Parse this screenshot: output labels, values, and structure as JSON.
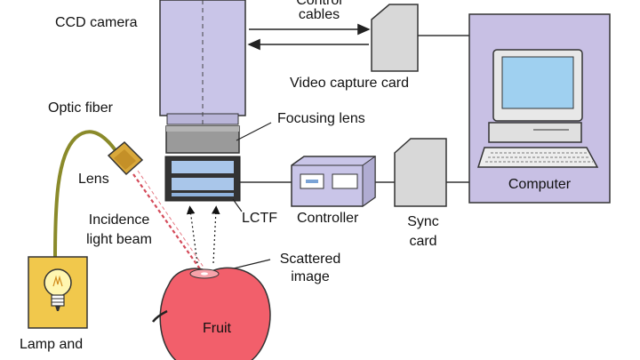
{
  "labels": {
    "ccd_camera": "CCD camera",
    "control_cables_top": "Control",
    "control_cables_bottom": "cables",
    "video_capture_card": "Video capture card",
    "optic_fiber": "Optic fiber",
    "focusing_lens": "Focusing lens",
    "lens": "Lens",
    "incidence_line1": "Incidence",
    "incidence_line2": "light beam",
    "lctf": "LCTF",
    "controller": "Controller",
    "sync_line1": "Sync",
    "sync_line2": "card",
    "computer": "Computer",
    "scattered_line1": "Scattered",
    "scattered_line2": "image",
    "fruit": "Fruit",
    "lamp": "Lamp and"
  },
  "colors": {
    "camera_body": "#c9c5e8",
    "lens_gray": "#9a9a9a",
    "lctf_blue": "#a9c6ea",
    "card_gray": "#d8d8d8",
    "computer_panel": "#c8c0e4",
    "screen_blue": "#9fd0f0",
    "fruit_red": "#f25f6b",
    "lamp_yellow": "#f1c84c",
    "fiber_olive": "#8a8a2a",
    "beam_red": "#d44b5a"
  }
}
